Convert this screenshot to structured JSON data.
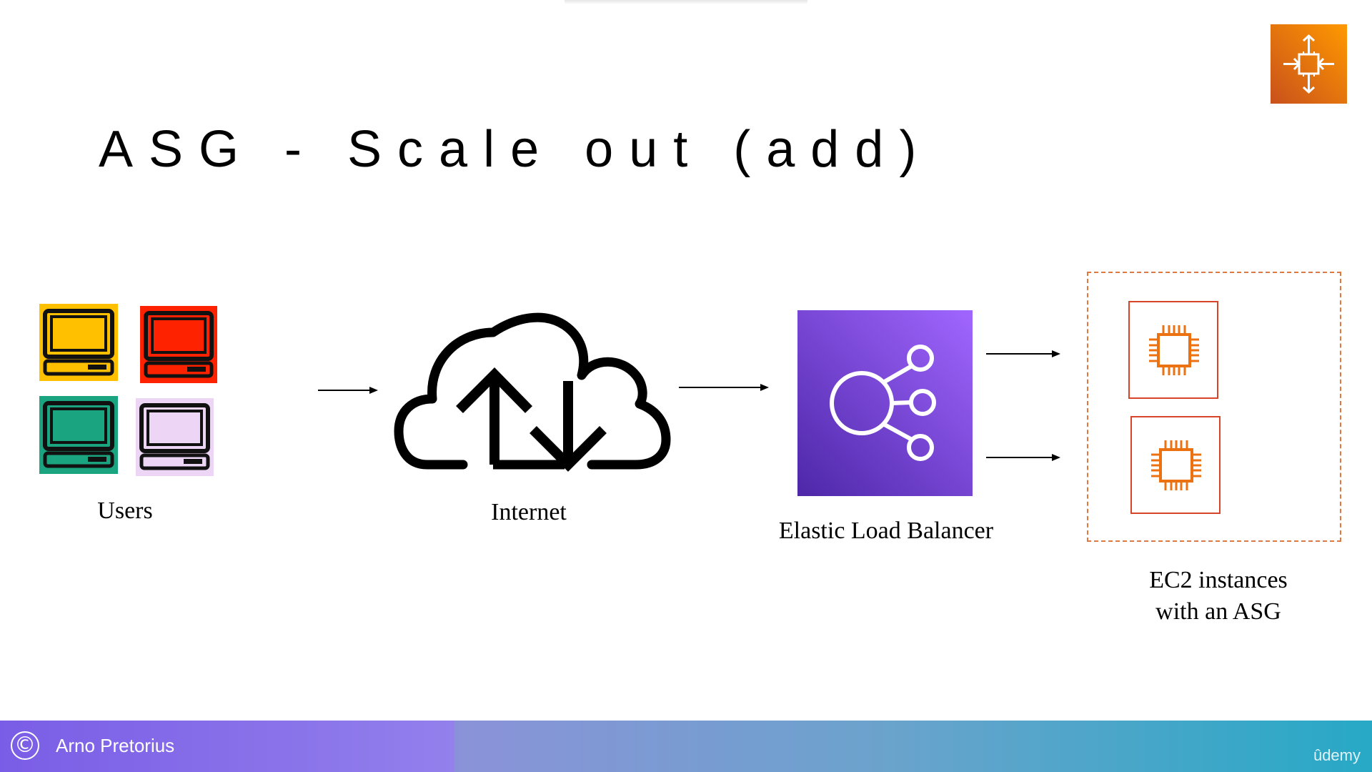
{
  "slide": {
    "title": "ASG - Scale out (add)"
  },
  "diagram": {
    "users_label": "Users",
    "internet_label": "Internet",
    "elb_label": "Elastic Load Balancer",
    "ec2_label_line1": "EC2 instances",
    "ec2_label_line2": "with an ASG"
  },
  "icons": {
    "asg": "auto-scaling-icon",
    "cloud": "cloud-upload-download-icon",
    "elb": "load-balancer-icon",
    "ec2": "ec2-chip-icon",
    "computer": "computer-icon"
  },
  "colors": {
    "asg_orange": "#ec7211",
    "user_yellow": "#ffc000",
    "user_red": "#ff2200",
    "user_green": "#1aa580",
    "user_lavender": "#ecd5f5",
    "elb_purple": "#7b4fe0",
    "ec2_orange": "#d6452a"
  },
  "footer": {
    "author": "Arno Pretorius",
    "copyright_symbol": "©",
    "brand": "ûdemy"
  }
}
